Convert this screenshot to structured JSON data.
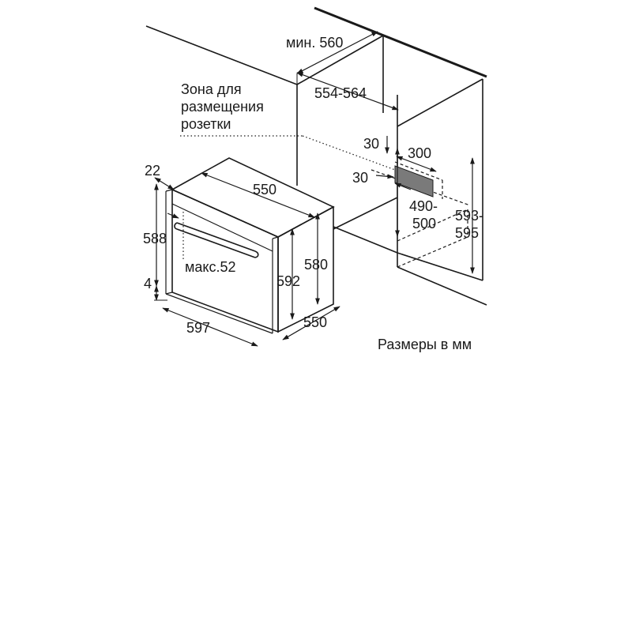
{
  "labels": {
    "min_width": "мин. 560",
    "niche_width": "554-564",
    "socket_zone_line1": "Зона для",
    "socket_zone_line2": "размещения",
    "socket_zone_line3": "розетки",
    "socket_top_offset": "30",
    "socket_width": "300",
    "socket_side_offset": "30",
    "socket_height_line1": "490-",
    "socket_height_line2": "500",
    "niche_height_line1": "593-",
    "niche_height_line2": "595",
    "front_panel_depth": "22",
    "top_depth": "550",
    "door_height": "588",
    "bottom_offset": "4",
    "handle_max": "макс.52",
    "front_width": "597",
    "body_height": "592",
    "side_height": "580",
    "side_depth": "550",
    "units_note": "Размеры в мм"
  },
  "colors": {
    "line": "#1a1a1a",
    "socket_fill": "#7a7a7a",
    "background": "#ffffff"
  }
}
